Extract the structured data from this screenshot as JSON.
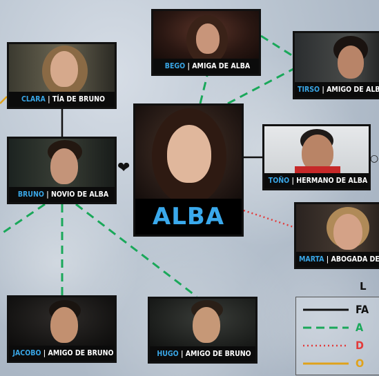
{
  "cards": {
    "clara": {
      "name": "CLARA",
      "role": "TÍA DE BRUNO"
    },
    "bruno": {
      "name": "BRUNO",
      "role": "NOVIO DE ALBA"
    },
    "bego": {
      "name": "BEGO",
      "role": "AMIGA DE ALBA"
    },
    "tirso": {
      "name": "TIRSO",
      "role": "AMIGO DE ALBA Y"
    },
    "tono": {
      "name": "TOÑO",
      "role": "HERMANO DE ALBA"
    },
    "marta": {
      "name": "MARTA",
      "role": "ABOGADA DE"
    },
    "jacobo": {
      "name": "JACOBO",
      "role": "AMIGO DE BRUNO"
    },
    "hugo": {
      "name": "HUGO",
      "role": "AMIGO DE BRUNO"
    },
    "alba": {
      "name": "ALBA"
    }
  },
  "separator": "|",
  "legend": {
    "title": "L",
    "rows": [
      {
        "label": "FA",
        "color": "#111111",
        "style": "solid"
      },
      {
        "label": "A",
        "color": "#1aa85a",
        "style": "dashed"
      },
      {
        "label": "D",
        "color": "#e23b3b",
        "style": "dotted"
      },
      {
        "label": "O",
        "color": "#e0a21a",
        "style": "solid"
      }
    ]
  },
  "colors": {
    "name_accent": "#39a6e6",
    "family": "#111111",
    "friend": "#1aa85a",
    "dislike": "#e23b3b",
    "other": "#e0a21a"
  }
}
